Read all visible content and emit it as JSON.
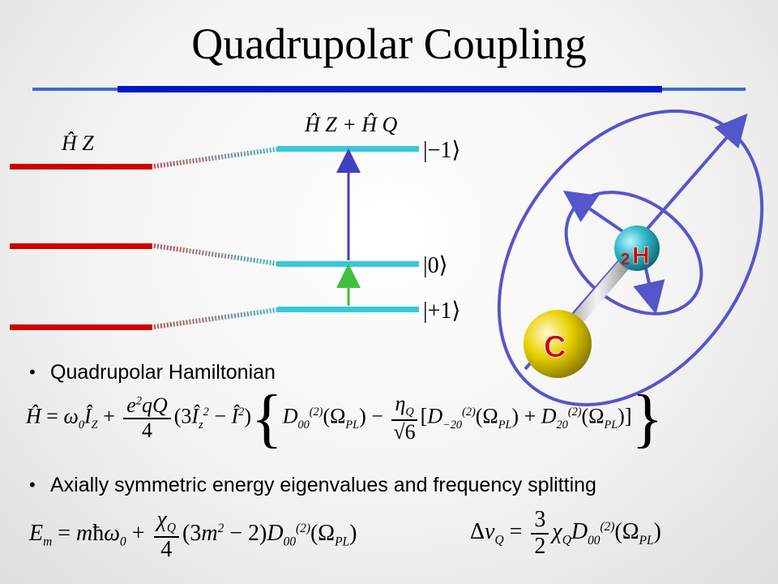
{
  "title": "Quadrupolar Coupling",
  "diagram": {
    "left_label": "Ĥ Z",
    "right_label": "Ĥ Z + Ĥ Q",
    "levels": [
      "|−1⟩",
      "|0⟩",
      "|+1⟩"
    ],
    "atoms": {
      "h_mass": "2",
      "h_symbol": "H",
      "c_symbol": "C"
    },
    "colors": {
      "zeeman": "#d00000",
      "quad": "#38c8d8",
      "arrow_blue": "#4040c0",
      "arrow_green": "#40c040",
      "ellipsoid": "#5555cc",
      "h_atom": "#30b8c8",
      "c_atom": "#e8d000"
    }
  },
  "bullets": {
    "hamiltonian": "Quadrupolar Hamiltonian",
    "eigen": "Axially symmetric energy eigenvalues and frequency splitting"
  },
  "equations": {
    "hamiltonian": "Ĥ = ω₀Î_Z + (e²qQ/4)(3Î_z² − Î²){D₀₀⁽²⁾(Ω_PL) − (η_Q/√6)[D₋₂₀⁽²⁾(Ω_PL) + D₂₀⁽²⁾(Ω_PL)]}",
    "energy": "E_m = mħω₀ + (χ_Q/4)(3m² − 2)D₀₀⁽²⁾(Ω_PL)",
    "splitting": "Δν_Q = (3/2)χ_Q D₀₀⁽²⁾(Ω_PL)"
  }
}
